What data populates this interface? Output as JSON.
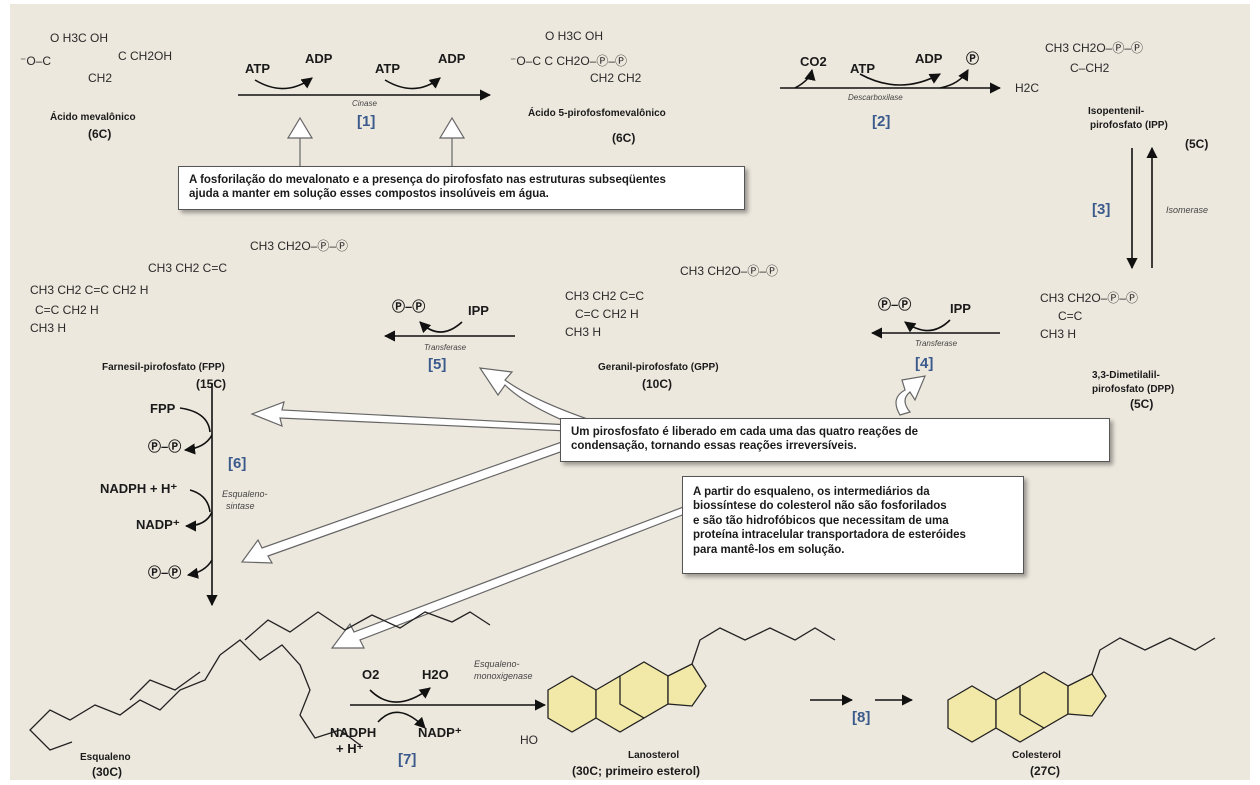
{
  "compounds": {
    "mevalonic": {
      "formula_top": "O  H3C   OH",
      "formula_left": "⁻O–C",
      "formula_right": "C    CH2OH",
      "formula_bottom": "CH2",
      "name": "Ácido mevalônico",
      "carbons": "(6C)"
    },
    "pyrophosphomevalonic": {
      "formula_top": "O  H3C   OH",
      "formula_mid": "⁻O–C      C     CH2O–Ⓟ–Ⓟ",
      "formula_bottom": "CH2   CH2",
      "name": "Ácido 5-pirofosfomevalônico",
      "carbons": "(6C)"
    },
    "ipp": {
      "formula_top": "CH3      CH2O–Ⓟ–Ⓟ",
      "formula_mid": "C–CH2",
      "formula_left": "H2C",
      "name_line1": "Isopentenil-",
      "name_line2": "pirofosfato (IPP)",
      "carbons": "(5C)"
    },
    "dpp": {
      "formula_top": "CH3        CH2O–Ⓟ–Ⓟ",
      "formula_mid": "C=C",
      "formula_bottom": "CH3    H",
      "name_line1": "3,3-Dimetilalil-",
      "name_line2": "pirofosfato (DPP)",
      "carbons": "(5C)"
    },
    "gpp": {
      "formula_top": "CH3   CH2O–Ⓟ–Ⓟ",
      "formula_mid": "CH3   CH2   C=C",
      "formula_mid2": "C=C      CH2     H",
      "formula_bottom": "CH3   H",
      "name": "Geranil-pirofosfato (GPP)",
      "carbons": "(10C)"
    },
    "fpp": {
      "formula_top": "CH3   CH2O–Ⓟ–Ⓟ",
      "formula_mid": "CH3   CH2   C=C",
      "formula_mid2": "CH3   CH2  C=C   CH2   H",
      "formula_mid3": "C=C      CH2     H",
      "formula_bottom": "CH3   H",
      "name": "Farnesil-pirofosfato (FPP)",
      "carbons": "(15C)"
    },
    "squalene": {
      "name": "Esqualeno",
      "carbons": "(30C)"
    },
    "lanosterol": {
      "name": "Lanosterol",
      "carbons": "(30C; primeiro esterol)",
      "ho": "HO"
    },
    "cholesterol": {
      "name": "Colesterol",
      "carbons": "(27C)"
    }
  },
  "steps": {
    "s1": {
      "label": "[1]",
      "enzyme": "Cinase",
      "cof1": "ATP",
      "cof2": "ADP",
      "cof3": "ATP",
      "cof4": "ADP"
    },
    "s2": {
      "label": "[2]",
      "enzyme": "Descarboxilase",
      "cof1": "CO2",
      "cof2": "ATP",
      "cof3": "ADP",
      "cof4": "Ⓟ"
    },
    "s3": {
      "label": "[3]",
      "enzyme": "Isomerase"
    },
    "s4": {
      "label": "[4]",
      "enzyme": "Transferase",
      "cof1": "Ⓟ–Ⓟ",
      "cof2": "IPP"
    },
    "s5": {
      "label": "[5]",
      "enzyme": "Transferase",
      "cof1": "Ⓟ–Ⓟ",
      "cof2": "IPP"
    },
    "s6": {
      "label": "[6]",
      "enzyme_line1": "Esqualeno-",
      "enzyme_line2": "sintase",
      "c1": "FPP",
      "c2": "Ⓟ–Ⓟ",
      "c3": "NADPH + H⁺",
      "c4": "NADP⁺",
      "c5": "Ⓟ–Ⓟ"
    },
    "s7": {
      "label": "[7]",
      "enzyme_line1": "Esqualeno-",
      "enzyme_line2": "monoxigenase",
      "c1": "O2",
      "c2": "H2O",
      "c3": "NADPH",
      "c4": "+ H⁺",
      "c5": "NADP⁺"
    },
    "s8": {
      "label": "[8]"
    }
  },
  "notes": {
    "n1_line1": "A fosforilação do mevalonato e a presença do pirofosfato nas estruturas subseqüentes",
    "n1_line2": "ajuda a manter em solução esses compostos insolúveis em água.",
    "n2_line1": "Um pirosfosfato é liberado em cada uma das quatro reações de",
    "n2_line2": "condensação, tornando essas reações irreversíveis.",
    "n3_line1": "A partir do esqualeno, os intermediários da",
    "n3_line2": "biossíntese do colesterol não são fosforilados",
    "n3_line3": "e são tão hidrofóbicos que necessitam de uma",
    "n3_line4": "proteína intracelular transportadora de esteróides",
    "n3_line5": "para mantê-los em solução."
  }
}
